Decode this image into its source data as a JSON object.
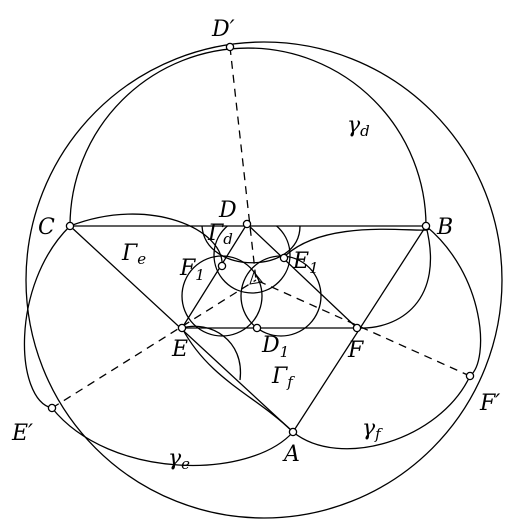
{
  "points": {
    "D_prime": {
      "label": "D′",
      "sub": ""
    },
    "C": {
      "label": "C",
      "sub": ""
    },
    "D": {
      "label": "D",
      "sub": ""
    },
    "B": {
      "label": "B",
      "sub": ""
    },
    "F1": {
      "label": "F",
      "sub": "1"
    },
    "E1": {
      "label": "E",
      "sub": "1"
    },
    "E": {
      "label": "E",
      "sub": ""
    },
    "D1": {
      "label": "D",
      "sub": "1"
    },
    "F": {
      "label": "F",
      "sub": ""
    },
    "E_prime": {
      "label": "E′",
      "sub": ""
    },
    "F_prime": {
      "label": "F′",
      "sub": ""
    },
    "A": {
      "label": "A",
      "sub": ""
    }
  },
  "arcs": {
    "gamma_d": {
      "sym": "γ",
      "sub": "d"
    },
    "gamma_e": {
      "sym": "γ",
      "sub": "e"
    },
    "gamma_f": {
      "sym": "γ",
      "sub": "f"
    },
    "Gamma_d": {
      "sym": "Γ",
      "sub": "d"
    },
    "Gamma_e": {
      "sym": "Γ",
      "sub": "e"
    },
    "Gamma_f": {
      "sym": "Γ",
      "sub": "f"
    }
  },
  "colors": {
    "stroke": "#000000",
    "background": "#ffffff",
    "point_fill": "#ffffff"
  }
}
